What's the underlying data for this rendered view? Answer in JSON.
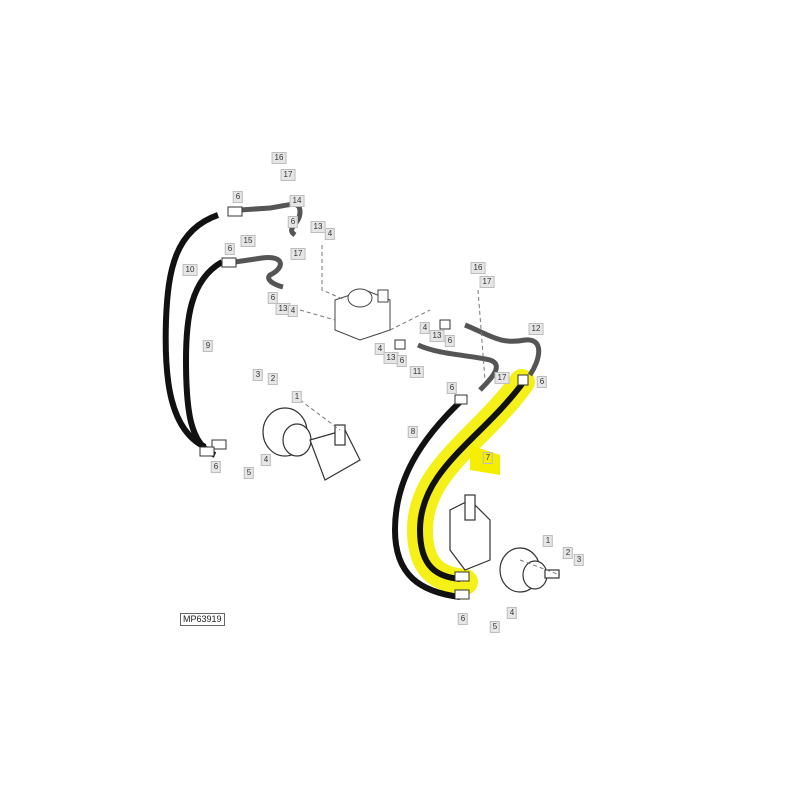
{
  "diagram_code": "MP63919",
  "highlight_color": "#f5ee00",
  "hose_color": "#111111",
  "callouts": [
    "16",
    "17",
    "6",
    "14",
    "6",
    "13",
    "4",
    "15",
    "6",
    "17",
    "10",
    "6",
    "13",
    "4",
    "9",
    "16",
    "17",
    "4",
    "13",
    "6",
    "4",
    "13",
    "6",
    "11",
    "12",
    "6",
    "6",
    "17",
    "3",
    "2",
    "1",
    "8",
    "7",
    "6",
    "4",
    "5",
    "1",
    "2",
    "3",
    "4",
    "6",
    "5"
  ],
  "highlighted_callout": "7"
}
